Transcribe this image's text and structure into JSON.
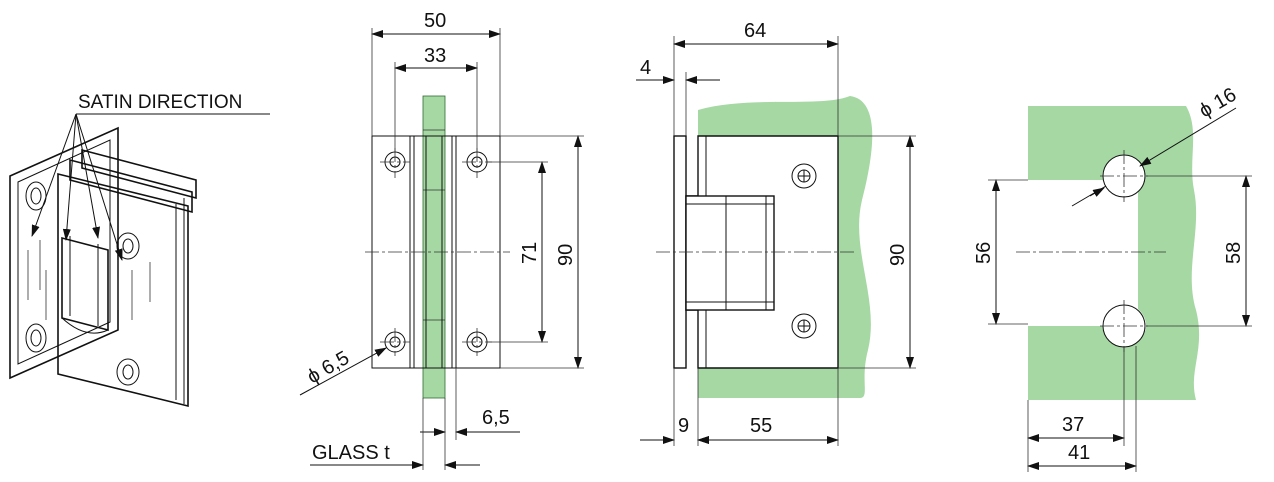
{
  "colors": {
    "glass": "#a6d8a4",
    "line": "#111111",
    "background": "#ffffff"
  },
  "labels": {
    "satin_direction": "SATIN DIRECTION",
    "glass_t": "GLASS t"
  },
  "front_view": {
    "width_outer": "50",
    "width_inner": "33",
    "hole_spacing": "71",
    "height": "90",
    "hole_diameter": "ϕ 6,5",
    "offset": "6,5"
  },
  "side_view": {
    "total_depth": "64",
    "plate_thickness": "4",
    "height": "90",
    "gap": "9",
    "body_depth": "55"
  },
  "wall_view": {
    "hole_diameter": "ϕ 16",
    "spacing_left": "56",
    "spacing_right": "58",
    "edge_distance_inner": "37",
    "edge_distance_outer": "41"
  }
}
